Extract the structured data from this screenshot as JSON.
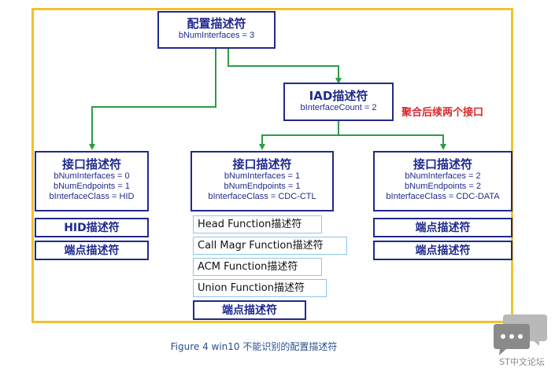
{
  "config": {
    "title": "配置描述符",
    "lines": [
      "bNumInterfaces = 3"
    ]
  },
  "iad": {
    "title": "IAD描述符",
    "lines": [
      "bInterfaceCount = 2"
    ],
    "note": "聚合后续两个接口"
  },
  "interface_hid": {
    "title": "接口描述符",
    "lines": [
      "bNumInterfaces = 0",
      "bNumEndpoints = 1",
      "bInterfaceClass = HID"
    ],
    "subs": [
      "HID描述符",
      "端点描述符"
    ]
  },
  "interface_ctl": {
    "title": "接口描述符",
    "lines": [
      "bNumInterfaces = 1",
      "bNumEndpoints = 1",
      "bInterfaceClass = CDC-CTL"
    ],
    "functions": [
      "Head Function描述符",
      "Call Magr Function描述符",
      "ACM Function描述符",
      "Union Function描述符"
    ],
    "endpoint": "端点描述符"
  },
  "interface_data": {
    "title": "接口描述符",
    "lines": [
      "bNumInterfaces = 2",
      "bNumEndpoints = 2",
      "bInterfaceClass = CDC-DATA"
    ],
    "subs": [
      "端点描述符",
      "端点描述符"
    ]
  },
  "caption": "Figure 4 win10 不能识别的配置描述符",
  "watermark": "ST中文论坛",
  "colors": {
    "frame": "#f2c12e",
    "box_border": "#1f2a8c",
    "connector": "#2e9b45",
    "note": "#d8262b",
    "function_border": "#8fc6e8"
  }
}
